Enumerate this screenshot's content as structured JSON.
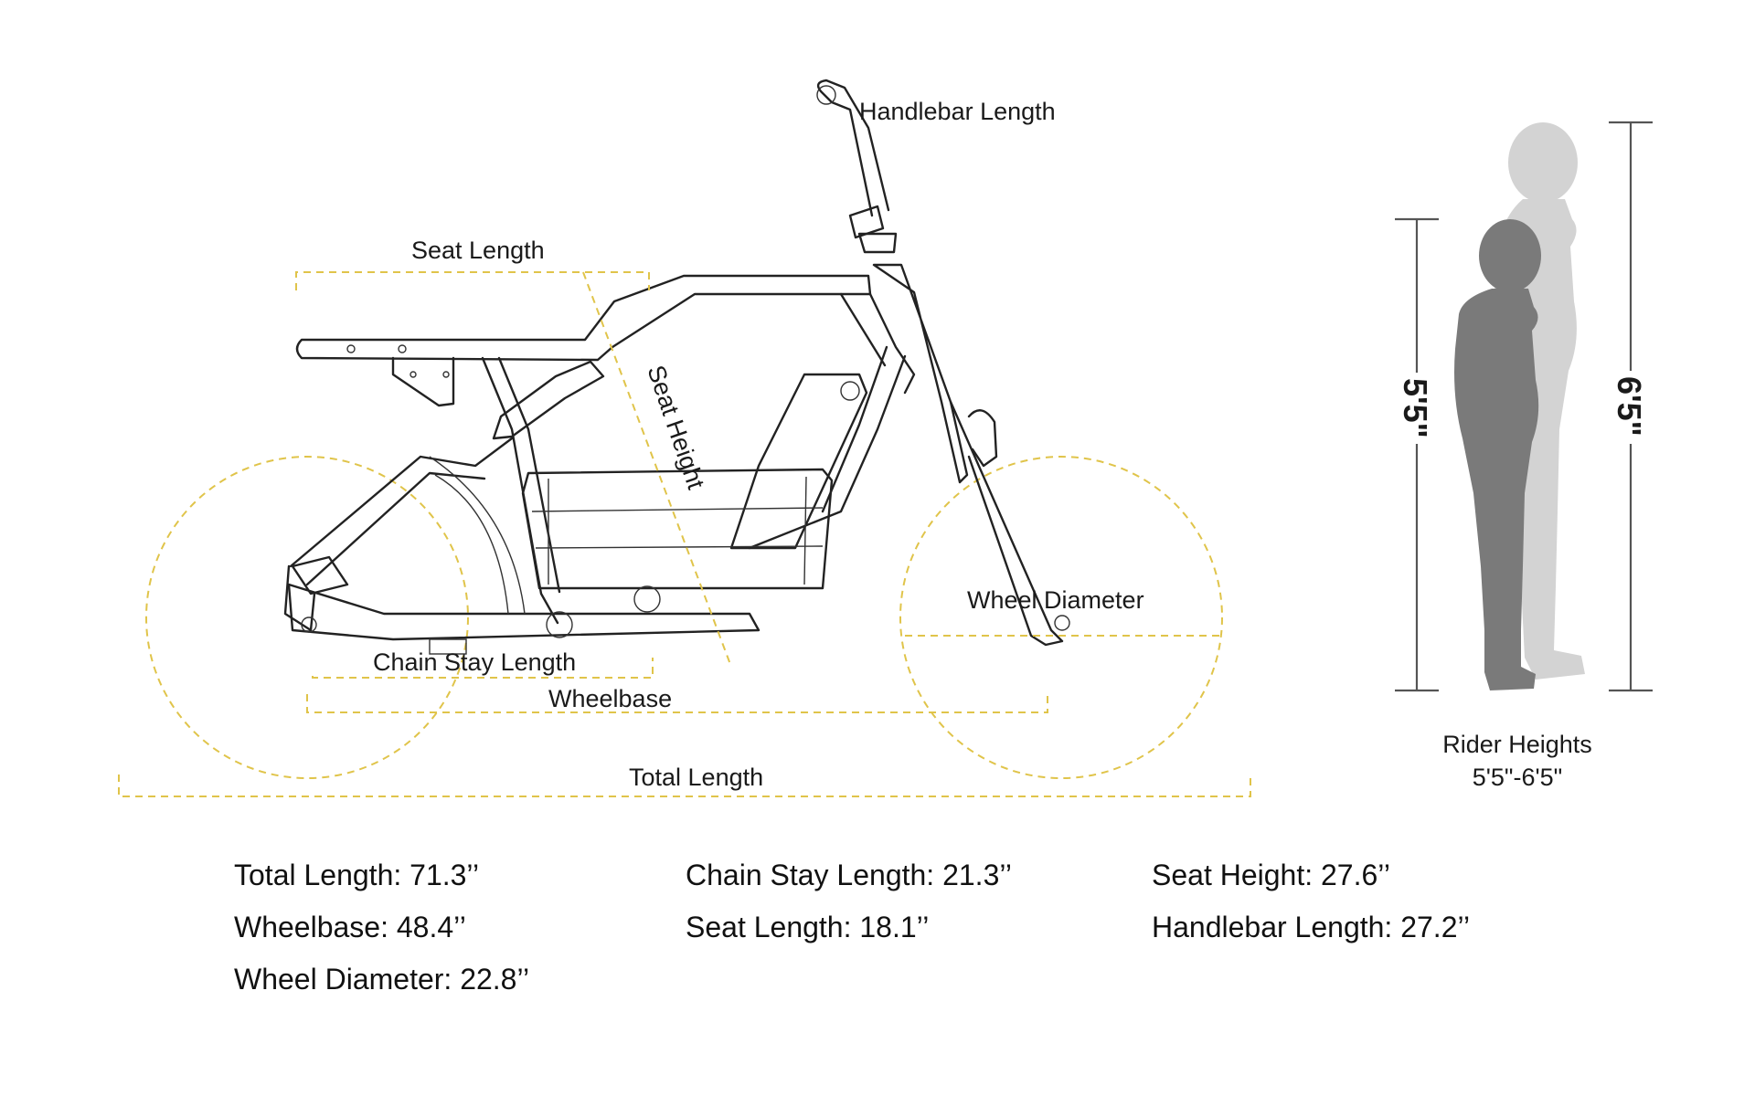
{
  "labels": {
    "handlebar_length": "Handlebar Length",
    "seat_length": "Seat Length",
    "seat_height": "Seat Height",
    "wheel_diameter": "Wheel Diameter",
    "chain_stay_length": "Chain Stay Length",
    "wheelbase": "Wheelbase",
    "total_length": "Total Length"
  },
  "riders": {
    "short_height": "5'5\"",
    "tall_height": "6'5\"",
    "caption_title": "Rider Heights",
    "caption_range": "5'5\"-6'5\""
  },
  "specs": {
    "total_length": "Total Length: 71.3’’",
    "wheelbase": "Wheelbase: 48.4’’",
    "wheel_diameter": "Wheel Diameter: 22.8’’",
    "chain_stay_length": "Chain Stay Length: 21.3’’",
    "seat_length": "Seat Length: 18.1’’",
    "seat_height": "Seat Height: 27.6’’",
    "handlebar_length": "Handlebar Length: 27.2’’"
  },
  "colors": {
    "dimension_dash": "#e0c44a",
    "rider_short": "#7a7a7a",
    "rider_tall": "#d3d3d3",
    "frame_line": "#222222"
  }
}
